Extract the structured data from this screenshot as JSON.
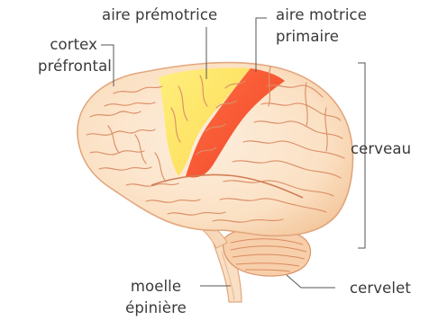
{
  "labels": {
    "aire_premotrice": "aire prémotrice",
    "aire_motrice_line1": "aire motrice",
    "aire_motrice_line2": "primaire",
    "cortex_line1": "cortex",
    "cortex_line2": "préfrontal",
    "cerveau": "cerveau",
    "moelle_line1": "moelle",
    "moelle_line2": "épinière",
    "cervelet": "cervelet"
  },
  "colors": {
    "brain_fill": "#fbe3c8",
    "brain_outline": "#e2a67d",
    "gyri_lines": "#dc8f68",
    "premotor_area": "#fde25a",
    "primary_motor_area": "#f64a2a",
    "cerebellum": "#f6c9a4",
    "spinal_cord": "#f9dfc3",
    "text": "#3a3a3a",
    "leader_lines": "#555555"
  }
}
